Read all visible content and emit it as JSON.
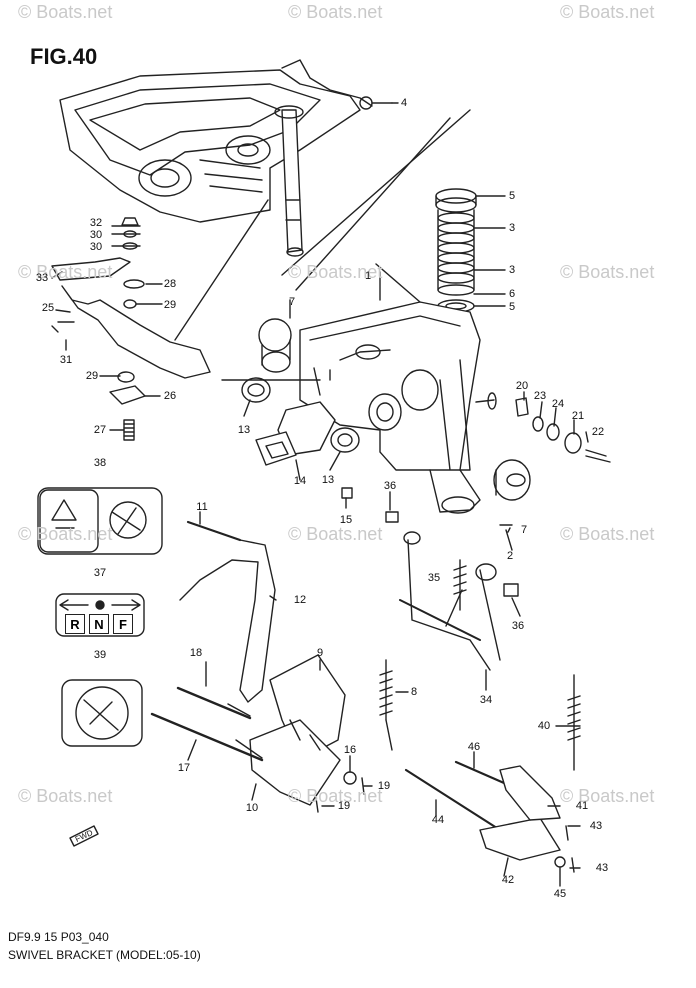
{
  "header": {
    "title": "FIG.40"
  },
  "watermark": "© Boats.net",
  "footer": {
    "code": "DF9.9 15 P03_040",
    "subtitle": "SWIVEL BRACKET (MODEL:05-10)"
  },
  "fwd_label": "FWD",
  "shift_label": {
    "r": "R",
    "n": "N",
    "f": "F"
  },
  "callouts": [
    "1",
    "2",
    "3",
    "3",
    "4",
    "5",
    "5",
    "6",
    "7",
    "7",
    "8",
    "9",
    "10",
    "11",
    "12",
    "13",
    "13",
    "14",
    "15",
    "16",
    "17",
    "18",
    "19",
    "19",
    "20",
    "21",
    "22",
    "23",
    "24",
    "25",
    "26",
    "27",
    "28",
    "29",
    "29",
    "30",
    "30",
    "31",
    "32",
    "33",
    "34",
    "35",
    "36",
    "36",
    "37",
    "38",
    "39",
    "40",
    "41",
    "42",
    "43",
    "43",
    "44",
    "45",
    "46"
  ]
}
